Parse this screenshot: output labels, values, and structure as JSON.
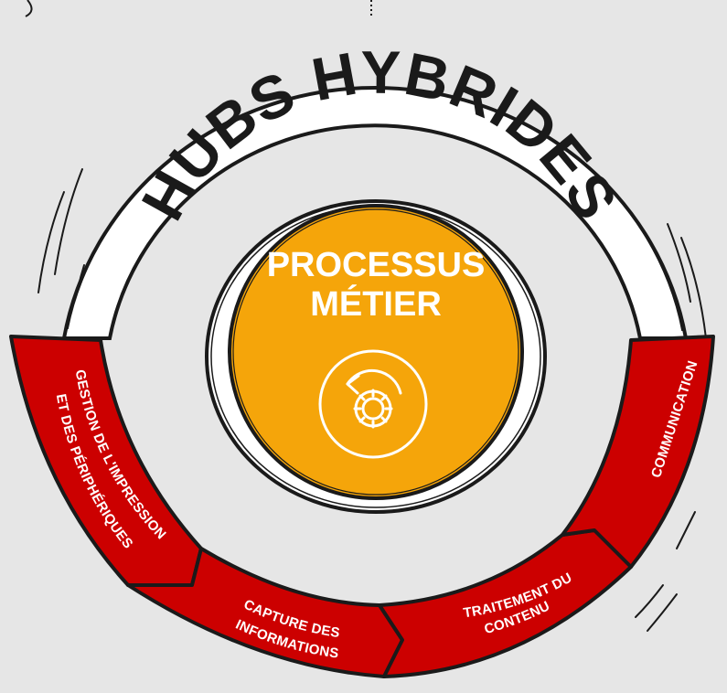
{
  "title": "HUBS HYBRIDES",
  "center": {
    "line1": "PROCESSUS",
    "line2": "MÉTIER"
  },
  "segments": [
    {
      "line1": "GESTION DE L'IMPRESSION",
      "line2": "ET DES PÉRIPHÉRIQUES"
    },
    {
      "line1": "CAPTURE DES",
      "line2": "INFORMATIONS"
    },
    {
      "line1": "TRAITEMENT DU",
      "line2": "CONTENU"
    },
    {
      "line1": "COMMUNICATION",
      "line2": ""
    }
  ],
  "colors": {
    "background": "#e6e6e6",
    "segment_red": "#cc0000",
    "center_orange": "#f5a50a",
    "outline": "#1a1a1a",
    "white": "#ffffff"
  },
  "icons": {
    "center_icon": "gear-cycle-icon"
  }
}
